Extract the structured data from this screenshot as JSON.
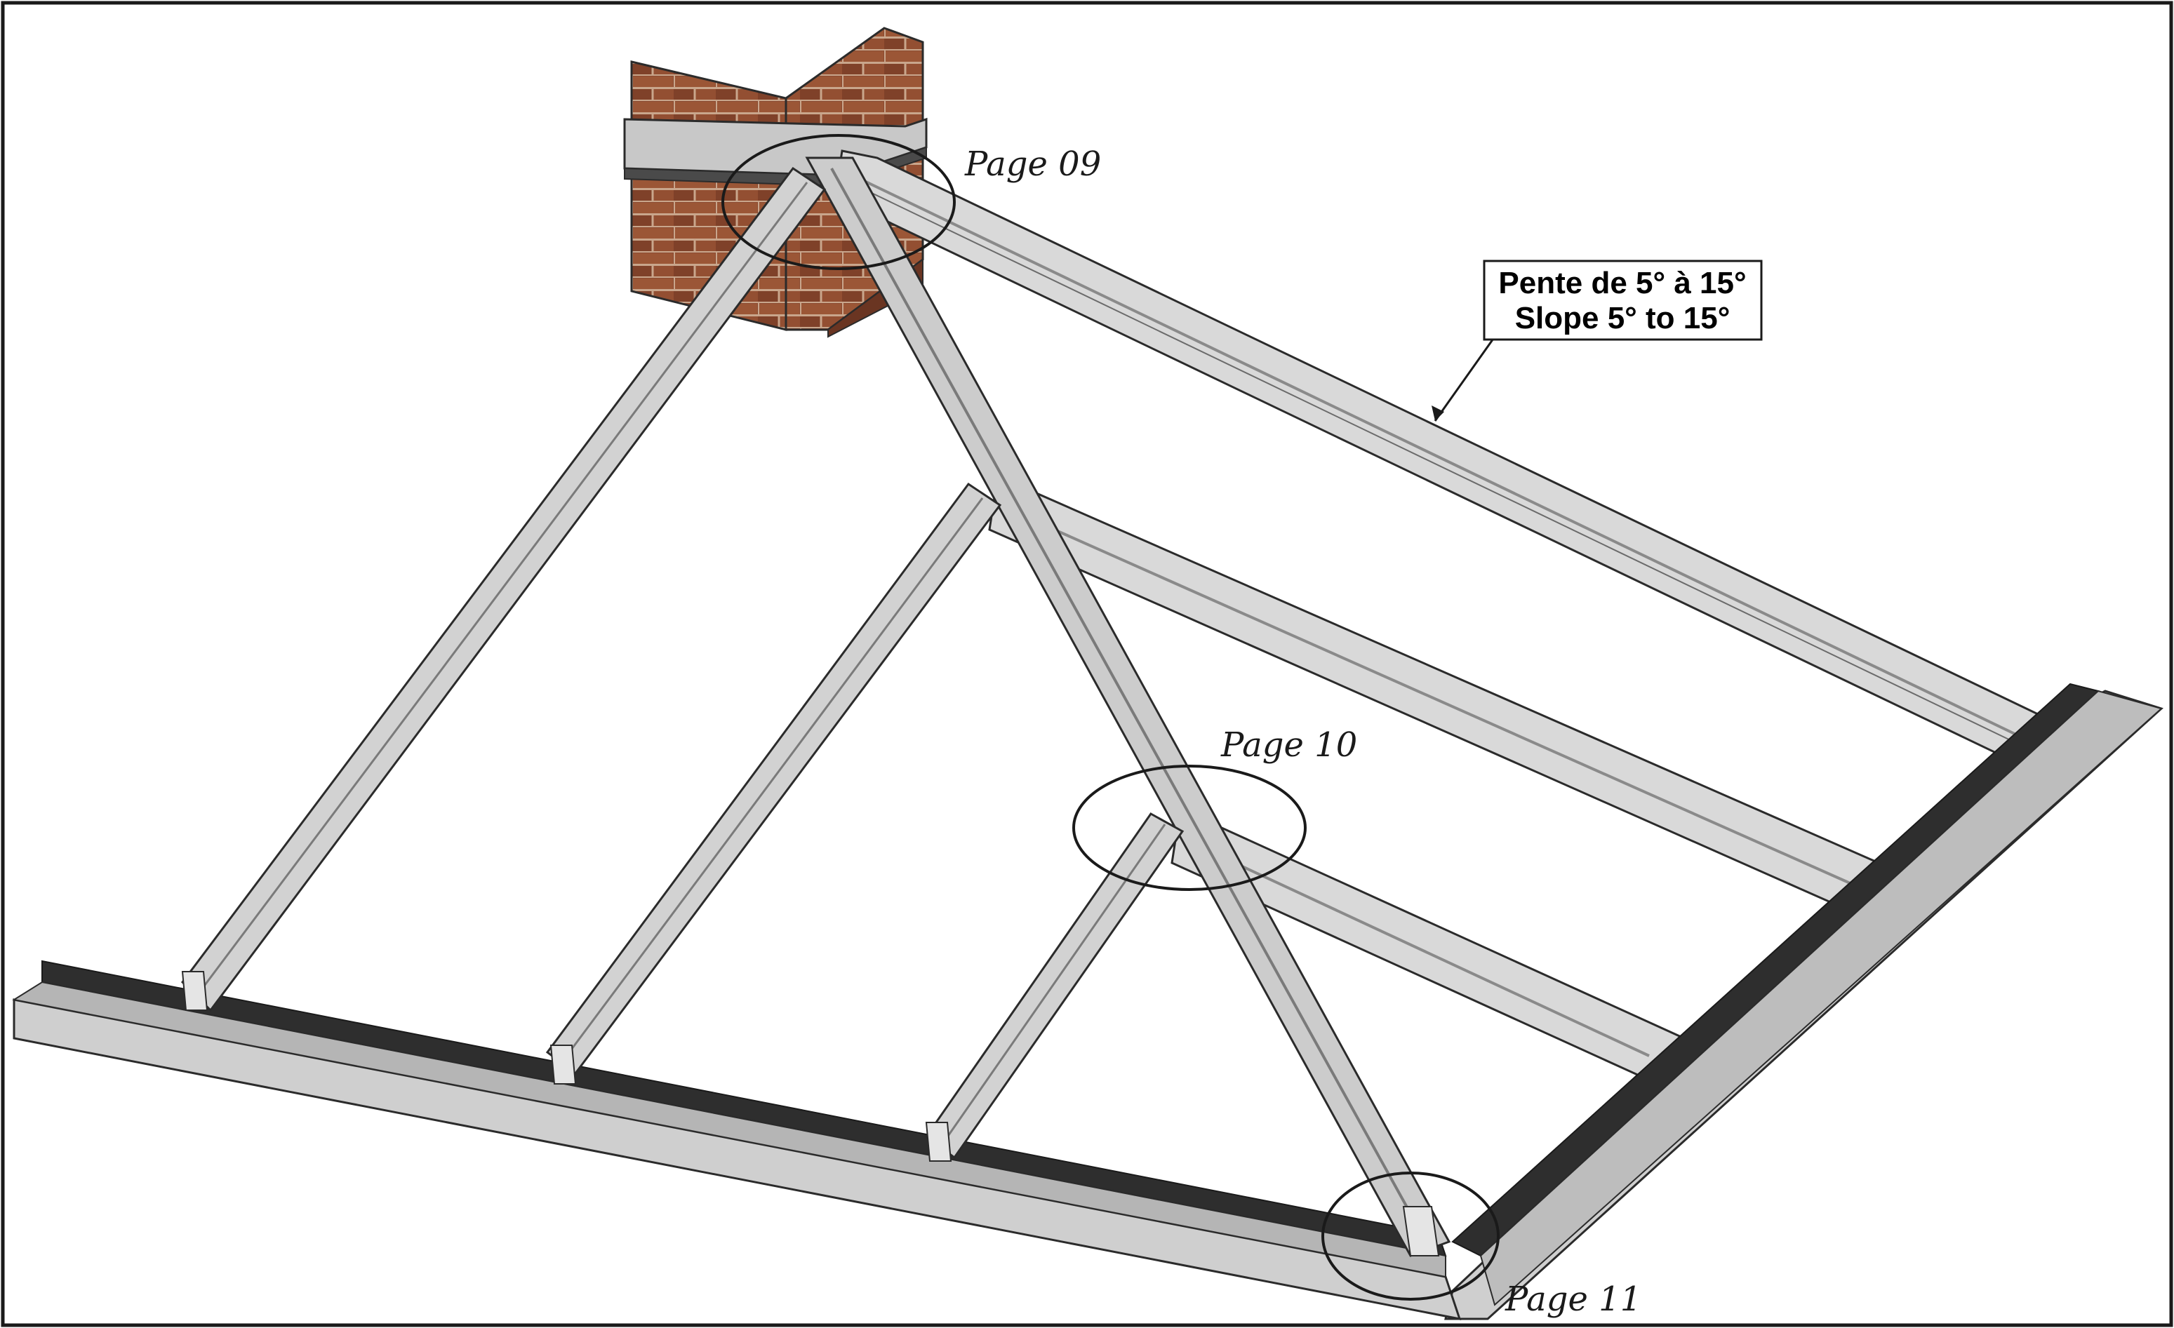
{
  "callouts": {
    "ridge": "Page 09",
    "hip_junction": "Page 10",
    "corner": "Page 11"
  },
  "slope_label": {
    "line1": "Pente de 5° à 15°",
    "line2": "Slope 5° to 15°"
  },
  "colors": {
    "steel_light": "#dcdcdc",
    "steel_mid": "#b9b9b9",
    "steel_dark": "#8a8a8a",
    "outline": "#2b2b2b",
    "brick": "#8a4a30",
    "mortar": "#c9a68c"
  }
}
